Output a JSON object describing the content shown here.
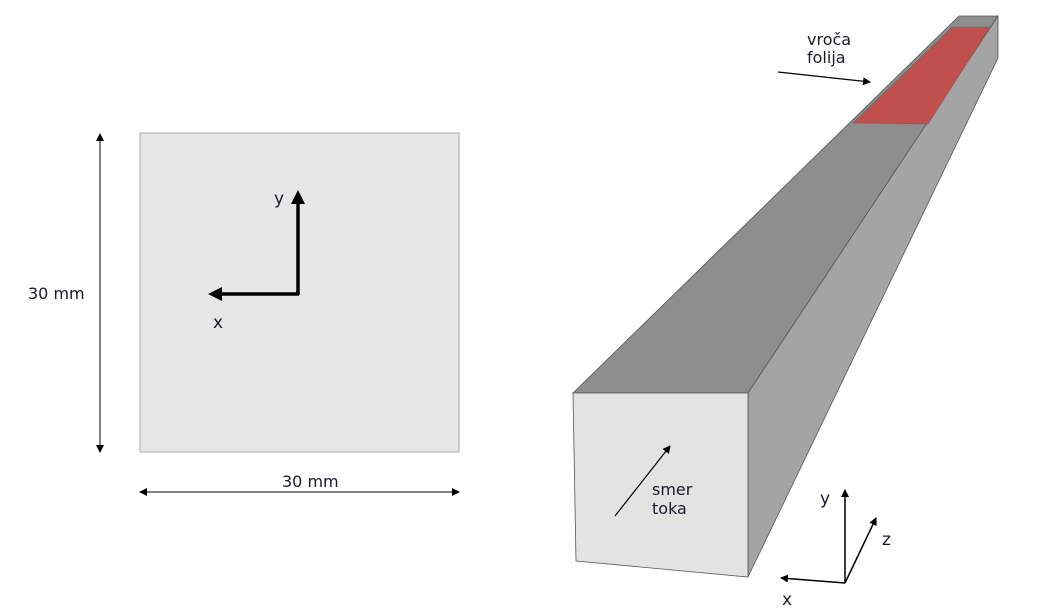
{
  "cross_section": {
    "height_label": "30 mm",
    "width_label": "30 mm",
    "axis_y": "y",
    "axis_x": "x"
  },
  "channel_3d": {
    "hot_foil_label_line1": "vroča",
    "hot_foil_label_line2": "folija",
    "flow_label_line1": "smer",
    "flow_label_line2": "toka",
    "axis_y": "y",
    "axis_z": "z",
    "axis_x": "x"
  },
  "colors": {
    "section_fill": "#e6e6e6",
    "top_face": "#8e8e8e",
    "side_face": "#a4a4a4",
    "front_face": "#e3e3e3",
    "hot_foil": "#c0504d"
  }
}
